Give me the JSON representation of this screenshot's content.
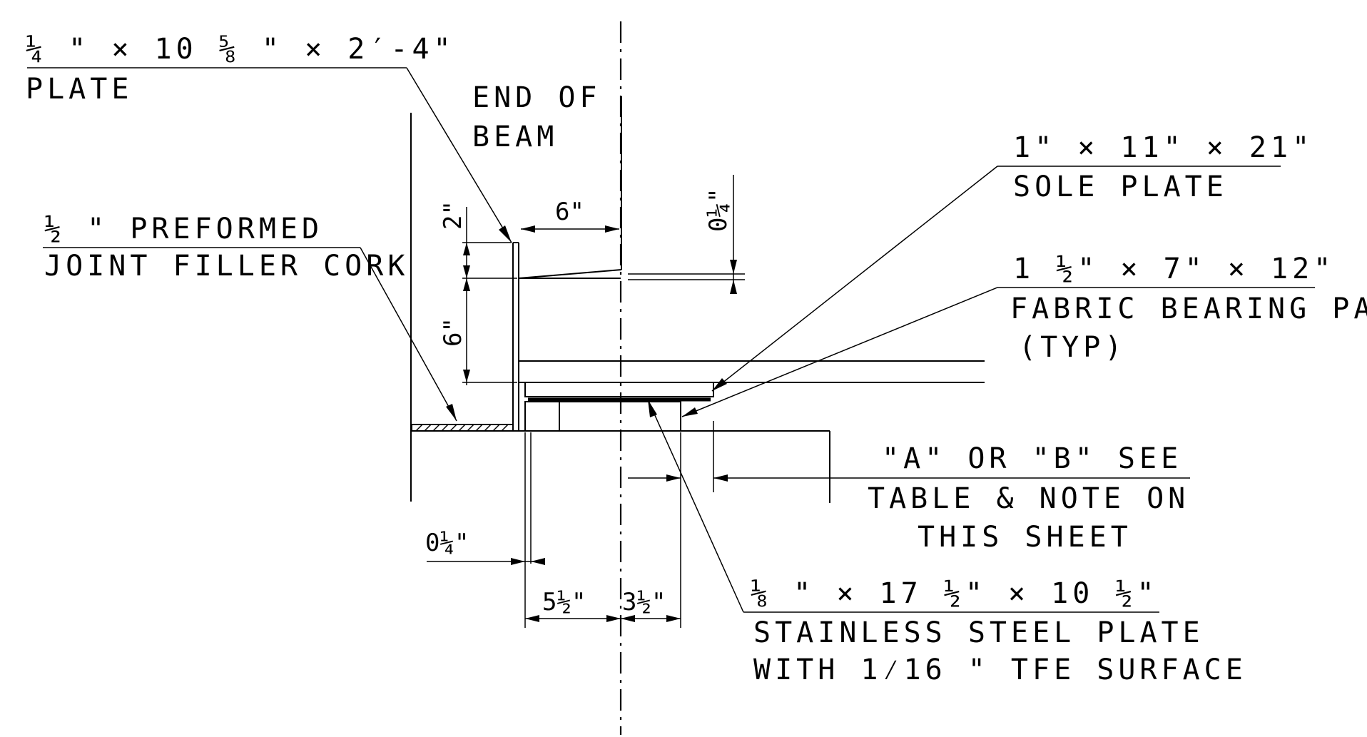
{
  "labels": {
    "top_plate": [
      "¼ \" × 10 ⅝ \" × 2′-4\"",
      "PLATE"
    ],
    "end_of_beam": [
      "END OF",
      "BEAM"
    ],
    "joint_filler": [
      "½ \" PREFORMED",
      "JOINT FILLER CORK"
    ],
    "sole_plate": [
      "1\" × 11\" × 21\"",
      "SOLE PLATE"
    ],
    "bearing_pad": [
      "1 ½\" × 7\" × 12\"",
      "FABRIC BEARING PAD",
      "(TYP)"
    ],
    "a_or_b": [
      "\"A\" OR \"B\" SEE",
      "TABLE & NOTE ON",
      "THIS SHEET"
    ],
    "stainless": [
      "⅛ \" × 17 ½\" × 10 ½\"",
      "STAINLESS STEEL PLATE",
      "WITH 1⁄16 \" TFE SURFACE"
    ]
  },
  "dimensions": {
    "d_2in": "2\"",
    "d_6in_vertical": "6\"",
    "d_6in_horizontal": "6\"",
    "d_quarter_top": "0¼\"",
    "d_quarter_bottom": "0¼\"",
    "d_5_half": "5½\"",
    "d_3_half": "3½\""
  }
}
